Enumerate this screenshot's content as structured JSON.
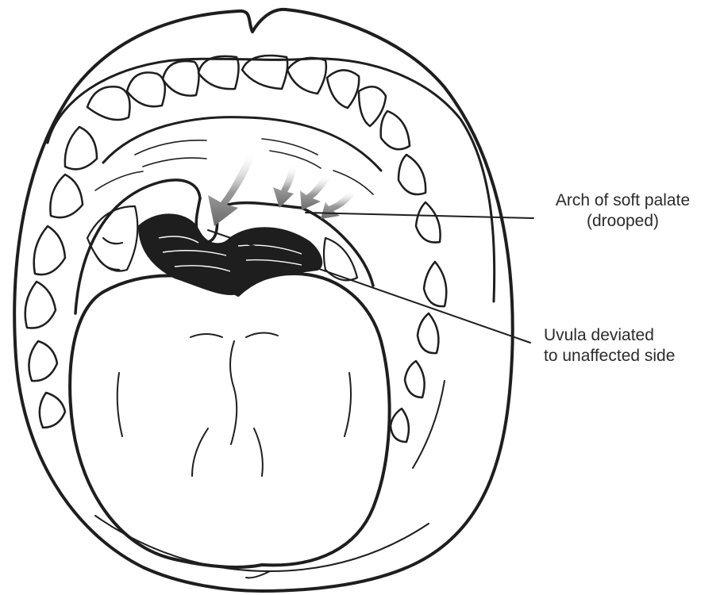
{
  "labels": {
    "soft_palate": {
      "line1": "Arch of soft palate",
      "line2": "(drooped)"
    },
    "uvula": {
      "line1": "Uvula deviated",
      "line2": "to unaffected side"
    }
  },
  "colors": {
    "ink": "#1e1e1e",
    "arrow": "#8a8a8a",
    "background": "#ffffff"
  }
}
